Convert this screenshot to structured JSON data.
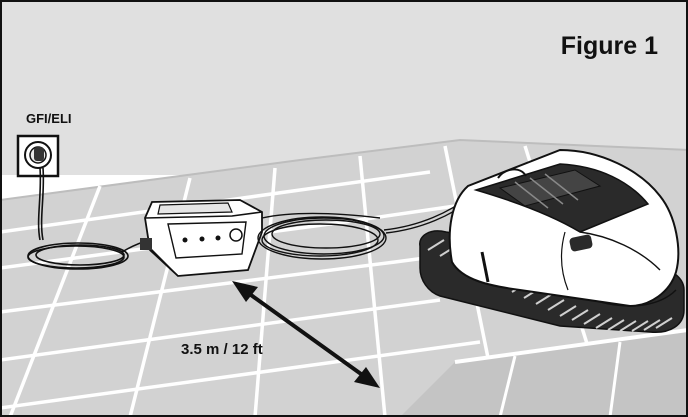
{
  "figure": {
    "title": "Figure 1",
    "outlet_label": "GFI/ELI",
    "distance_label": "3.5 m / 12 ft"
  }
}
